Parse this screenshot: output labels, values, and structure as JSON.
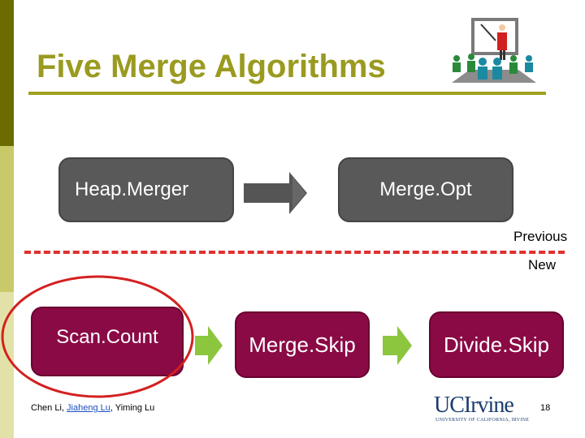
{
  "slide": {
    "title": "Five Merge Algorithms",
    "previous_label": "Previous",
    "new_label": "New",
    "page_number": "18"
  },
  "previous_algorithms": [
    {
      "label": "Heap.Merger"
    },
    {
      "label": "Merge.Opt"
    }
  ],
  "new_algorithms": [
    {
      "label": "Scan.Count"
    },
    {
      "label": "Merge.Skip"
    },
    {
      "label": "Divide.Skip"
    }
  ],
  "footer": {
    "author_1": "Chen Li, ",
    "author_2_link": "Jiaheng Lu",
    "author_3": ", Yiming Lu"
  },
  "logo": {
    "main": "UCIrvine",
    "sub": "UNIVERSITY OF CALIFORNIA, IRVINE"
  },
  "colors": {
    "title": "#9a9a20",
    "previous_box": "#595959",
    "new_box": "#8a0a45",
    "new_arrow": "#8cc63f",
    "previous_arrow": "#555555",
    "divider": "#e03030"
  }
}
